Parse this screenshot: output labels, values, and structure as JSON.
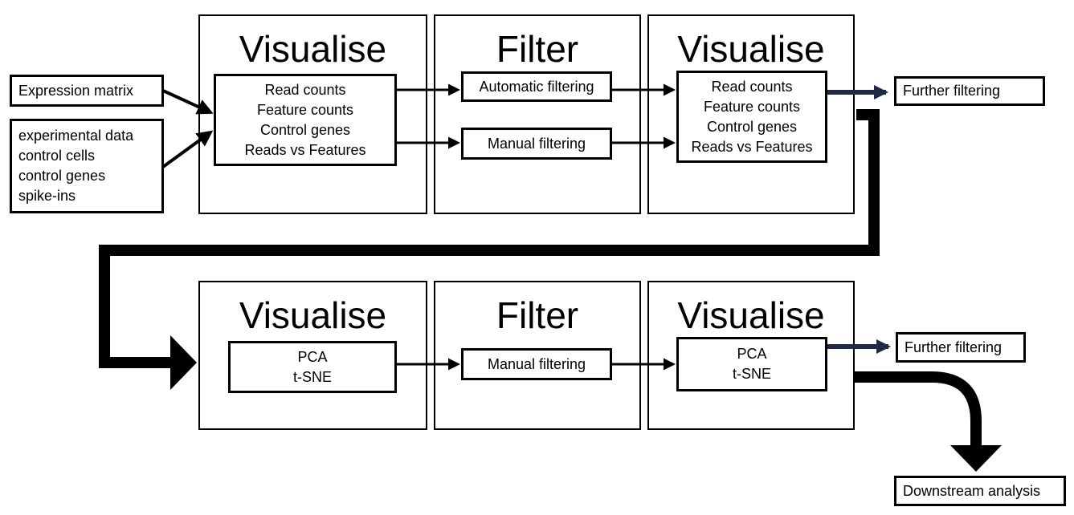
{
  "inputs": {
    "expression_matrix": "Expression matrix",
    "experimental": [
      "experimental data",
      "control cells",
      "control genes",
      "spike-ins"
    ]
  },
  "row1": {
    "visualise1": {
      "title": "Visualise",
      "items": [
        "Read counts",
        "Feature counts",
        "Control genes",
        "Reads vs Features"
      ]
    },
    "filter": {
      "title": "Filter",
      "automatic": "Automatic filtering",
      "manual": "Manual filtering"
    },
    "visualise2": {
      "title": "Visualise",
      "items": [
        "Read counts",
        "Feature counts",
        "Control genes",
        "Reads vs Features"
      ]
    },
    "further": "Further filtering"
  },
  "row2": {
    "visualise1": {
      "title": "Visualise",
      "items": [
        "PCA",
        "t-SNE"
      ]
    },
    "filter": {
      "title": "Filter",
      "manual": "Manual filtering"
    },
    "visualise2": {
      "title": "Visualise",
      "items": [
        "PCA",
        "t-SNE"
      ]
    },
    "further": "Further filtering",
    "downstream": "Downstream analysis"
  }
}
